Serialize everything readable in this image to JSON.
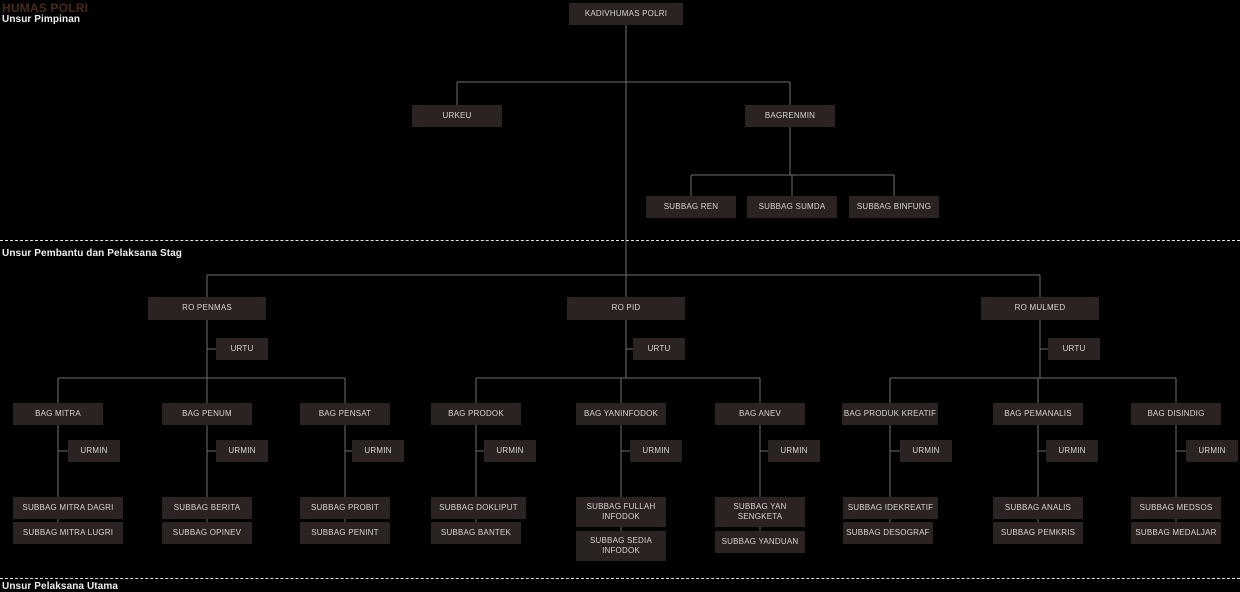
{
  "header": {
    "title": "HUMAS POLRI",
    "section_pimpinan": "Unsur Pimpinan"
  },
  "separators": {
    "pembantu": "Unsur Pembantu dan Pelaksana Stag",
    "pelaksana_utama": "Unsur Pelaksana Utama"
  },
  "org": {
    "root": "KADIVHUMAS POLRI",
    "pimpinan": {
      "urkeu": "URKEU",
      "bagrenmin": "BAGRENMIN",
      "bagrenmin_subbags": [
        "SUBBAG REN",
        "SUBBAG SUMDA",
        "SUBBAG BINFUNG"
      ]
    },
    "biro": [
      {
        "name": "RO PENMAS",
        "urtu": "URTU",
        "bags": [
          {
            "name": "BAG MITRA",
            "urmin": "URMIN",
            "subbags": [
              "SUBBAG MITRA DAGRI",
              "SUBBAG MITRA LUGRI"
            ]
          },
          {
            "name": "BAG PENUM",
            "urmin": "URMIN",
            "subbags": [
              "SUBBAG BERITA",
              "SUBBAG OPINEV"
            ]
          },
          {
            "name": "BAG PENSAT",
            "urmin": "URMIN",
            "subbags": [
              "SUBBAG PROBIT",
              "SUBBAG PENINT"
            ]
          }
        ]
      },
      {
        "name": "RO PID",
        "urtu": "URTU",
        "bags": [
          {
            "name": "BAG PRODOK",
            "urmin": "URMIN",
            "subbags": [
              "SUBBAG DOKLIPUT",
              "SUBBAG BANTEK"
            ]
          },
          {
            "name": "BAG YANINFODOK",
            "urmin": "URMIN",
            "subbags": [
              "SUBBAG FULLAH INFODOK",
              "SUBBAG SEDIA INFODOK"
            ]
          },
          {
            "name": "BAG ANEV",
            "urmin": "URMIN",
            "subbags": [
              "SUBBAG YAN SENGKETA",
              "SUBBAG YANDUAN"
            ]
          }
        ]
      },
      {
        "name": "RO MULMED",
        "urtu": "URTU",
        "bags": [
          {
            "name": "BAG PRODUK KREATIF",
            "urmin": "URMIN",
            "subbags": [
              "SUBBAG IDEKREATIF",
              "SUBBAG DESOGRAF"
            ]
          },
          {
            "name": "BAG PEMANALIS",
            "urmin": "URMIN",
            "subbags": [
              "SUBBAG ANALIS",
              "SUBBAG PEMKRIS"
            ]
          },
          {
            "name": "BAG DISINDIG",
            "urmin": "URMIN",
            "subbags": [
              "SUBBAG MEDSOS",
              "SUBBAG MEDALJAR"
            ]
          }
        ]
      }
    ]
  },
  "colors": {
    "background": "#000000",
    "node_fill": "#2a2322",
    "node_text": "#d8d2cc",
    "connector": "#6e6e6e",
    "separator": "#e2e2e2",
    "title_text": "#4a2a1a",
    "section_label_text": "#f2efec"
  }
}
